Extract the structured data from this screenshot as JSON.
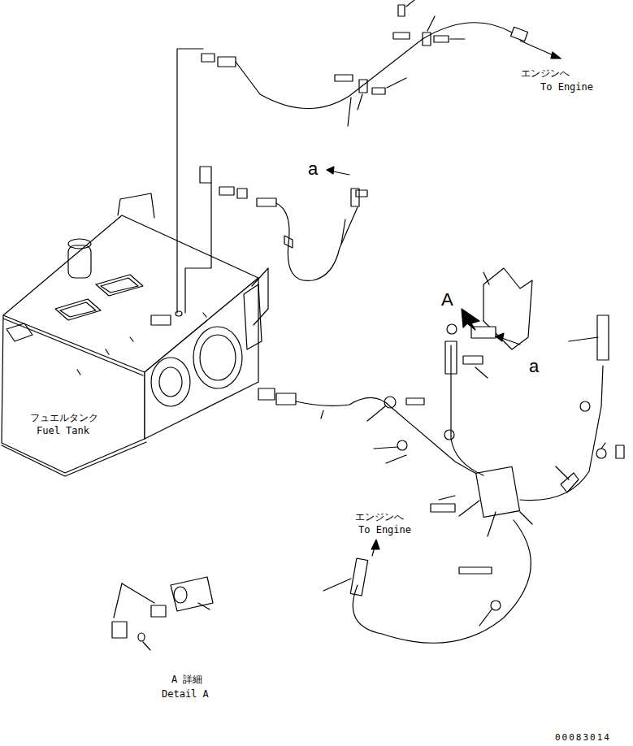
{
  "diagram": {
    "labels": [
      "エンジンへ",
      "To Engine",
      "a",
      "A",
      "a",
      "フュエルタンク",
      "Fuel Tank",
      "エンジンへ",
      "To Engine",
      "A 詳細",
      "Detail A",
      "00083014"
    ]
  }
}
